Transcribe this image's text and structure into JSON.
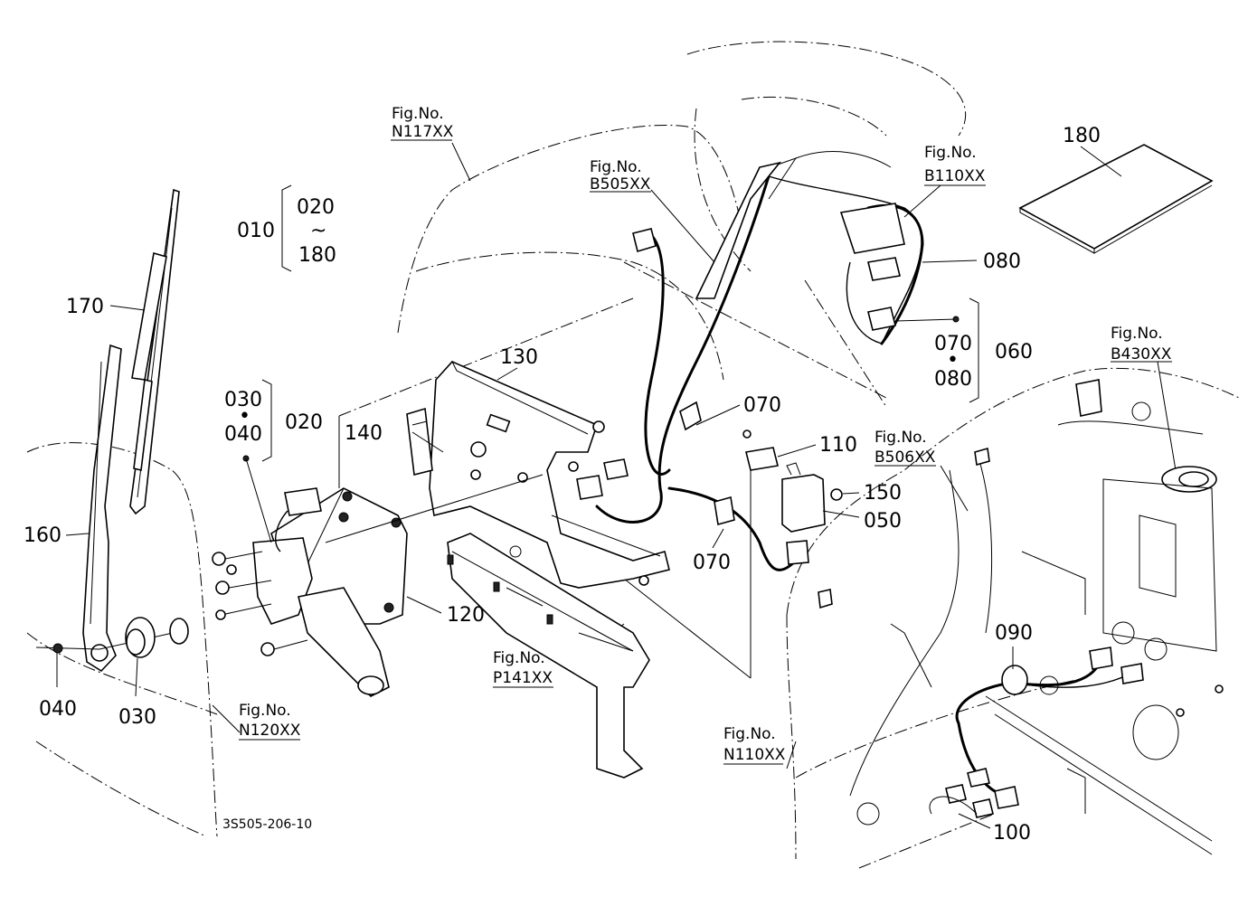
{
  "diagram_code": "3S505-206-10",
  "fig_labels": {
    "n117": {
      "line1": "Fig.No.",
      "line2": "N117XX"
    },
    "b505": {
      "line1": "Fig.No.",
      "line2": "B505XX"
    },
    "b110": {
      "line1": "Fig.No.",
      "line2": "B110XX"
    },
    "b430": {
      "line1": "Fig.No.",
      "line2": "B430XX"
    },
    "b506": {
      "line1": "Fig.No.",
      "line2": "B506XX"
    },
    "p141": {
      "line1": "Fig.No.",
      "line2": "P141XX"
    },
    "n120": {
      "line1": "Fig.No.",
      "line2": "N120XX"
    },
    "n110": {
      "line1": "Fig.No.",
      "line2": "N110XX"
    }
  },
  "groups": {
    "g010": {
      "parent": "010",
      "from": "020",
      "range_sign": "~",
      "to": "180"
    },
    "g020": {
      "from": "030",
      "dot": "•",
      "to": "040",
      "parent": "020"
    },
    "g060": {
      "from": "070",
      "dot": "•",
      "to": "080",
      "parent": "060"
    }
  },
  "part_numbers": {
    "p170": "170",
    "p160": "160",
    "p040": "040",
    "p030": "030",
    "p140": "140",
    "p130": "130",
    "p120": "120",
    "p070a": "070",
    "p070b": "070",
    "p110": "110",
    "p150": "150",
    "p050": "050",
    "p080": "080",
    "p180": "180",
    "p090": "090",
    "p100": "100"
  }
}
